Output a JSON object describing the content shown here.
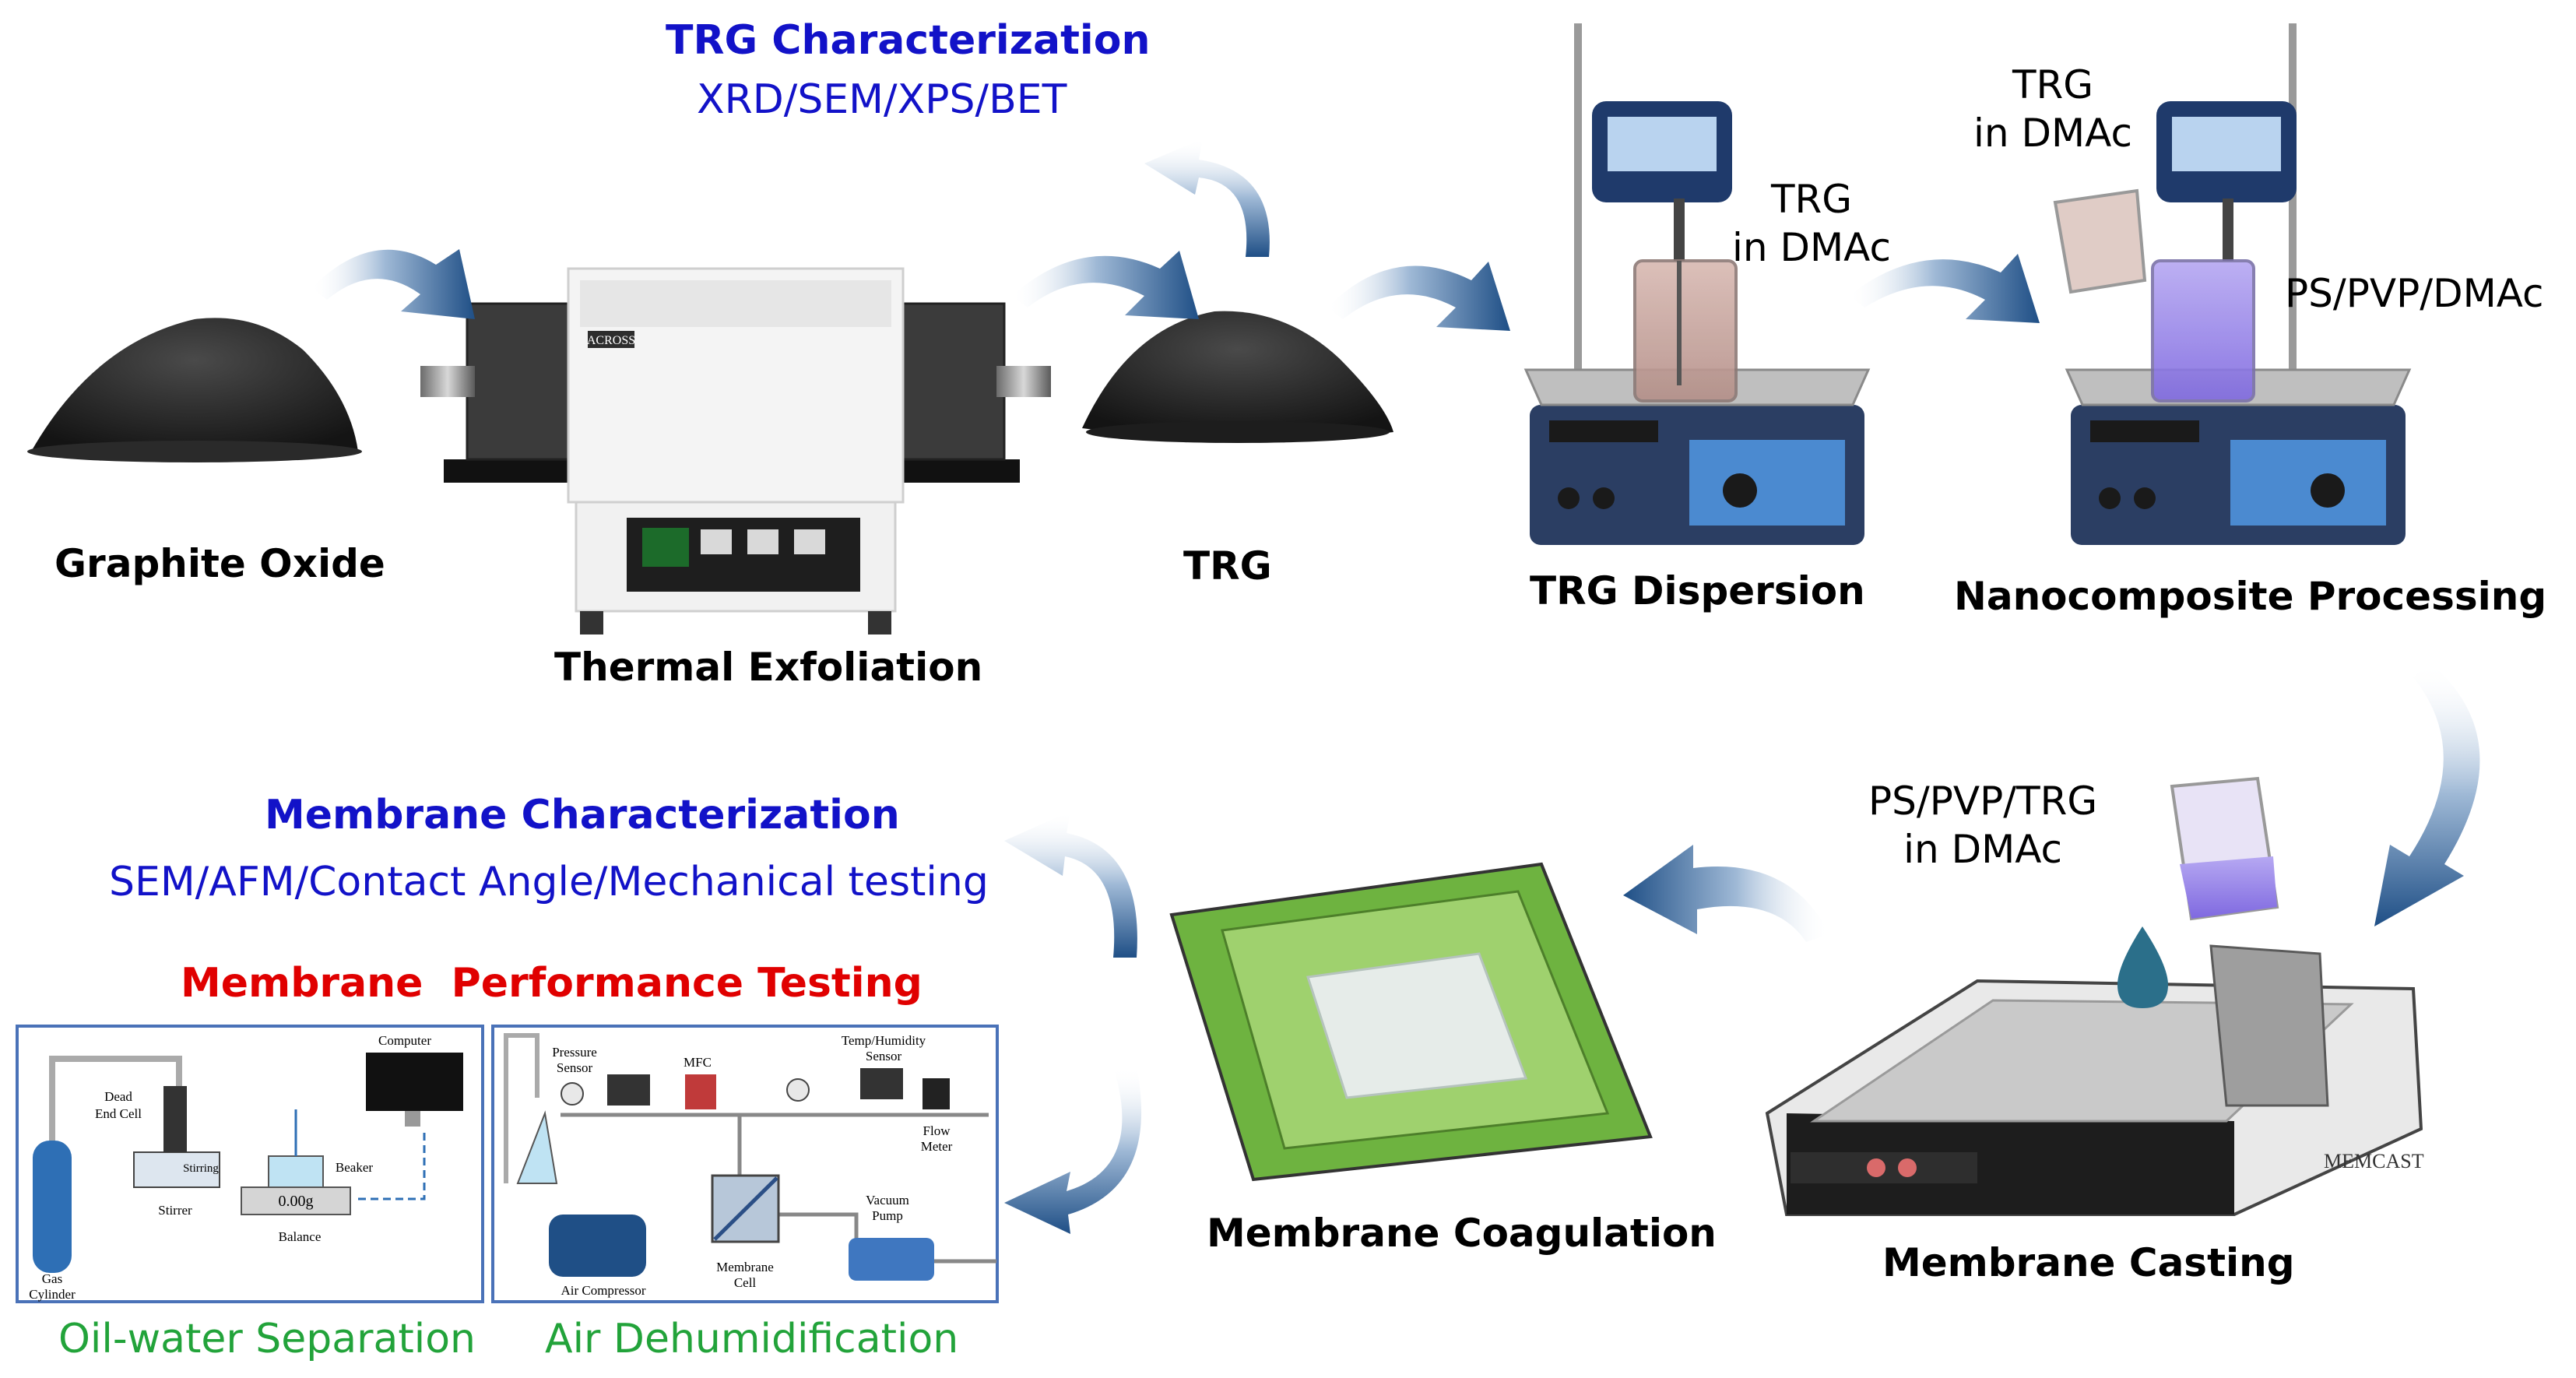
{
  "colors": {
    "arrow": "#2d5f95",
    "heading_blue": "#1212c8",
    "heading_red": "#e00000",
    "green_text": "#22a33a",
    "tray_green": "#7cc04a",
    "powder": "#2a2a2a"
  },
  "top": {
    "trg_char_title": "TRG Characterization",
    "trg_char_methods": "XRD/SEM/XPS/BET",
    "graphite_oxide": "Graphite Oxide",
    "thermal_exfoliation": "Thermal Exfoliation",
    "trg": "TRG",
    "trg_dispersion": "TRG Dispersion",
    "nanocomposite_processing": "Nanocomposite Processing",
    "disp_note_line1": "TRG",
    "disp_note_line2": "in DMAc",
    "nano_note_line1": "TRG",
    "nano_note_line2": "in DMAc",
    "nano_note_ps": "PS/PVP/DMAc",
    "furnace_brand": "ACROSS"
  },
  "bottom": {
    "membrane_char_title": "Membrane Characterization",
    "membrane_char_methods": "SEM/AFM/Contact Angle/Mechanical testing",
    "perf_title": "Membrane  Performance Testing",
    "coagulation": "Membrane Coagulation",
    "casting": "Membrane Casting",
    "cast_note_line1": "PS/PVP/TRG",
    "cast_note_line2": "in DMAc",
    "oil_water": "Oil-water Separation",
    "air_dehum": "Air Dehumidification",
    "caster_brand": "MEMCAST"
  },
  "oil_schematic": {
    "computer": "Computer",
    "dead_end_line1": "Dead",
    "dead_end_line2": "End Cell",
    "beaker": "Beaker",
    "stirring": "Stirring",
    "stirrer": "Stirrer",
    "balance_readout": "0.00g",
    "balance": "Balance",
    "gas_line1": "Gas",
    "gas_line2": "Cylinder"
  },
  "air_schematic": {
    "pressure_line1": "Pressure",
    "pressure_line2": "Sensor",
    "mfc": "MFC",
    "temp_line1": "Temp/Humidity",
    "temp_line2": "Sensor",
    "flow_line1": "Flow",
    "flow_line2": "Meter",
    "membrane_line1": "Membrane",
    "membrane_line2": "Cell",
    "vacuum_line1": "Vacuum",
    "vacuum_line2": "Pump",
    "compressor": "Air Compressor"
  }
}
